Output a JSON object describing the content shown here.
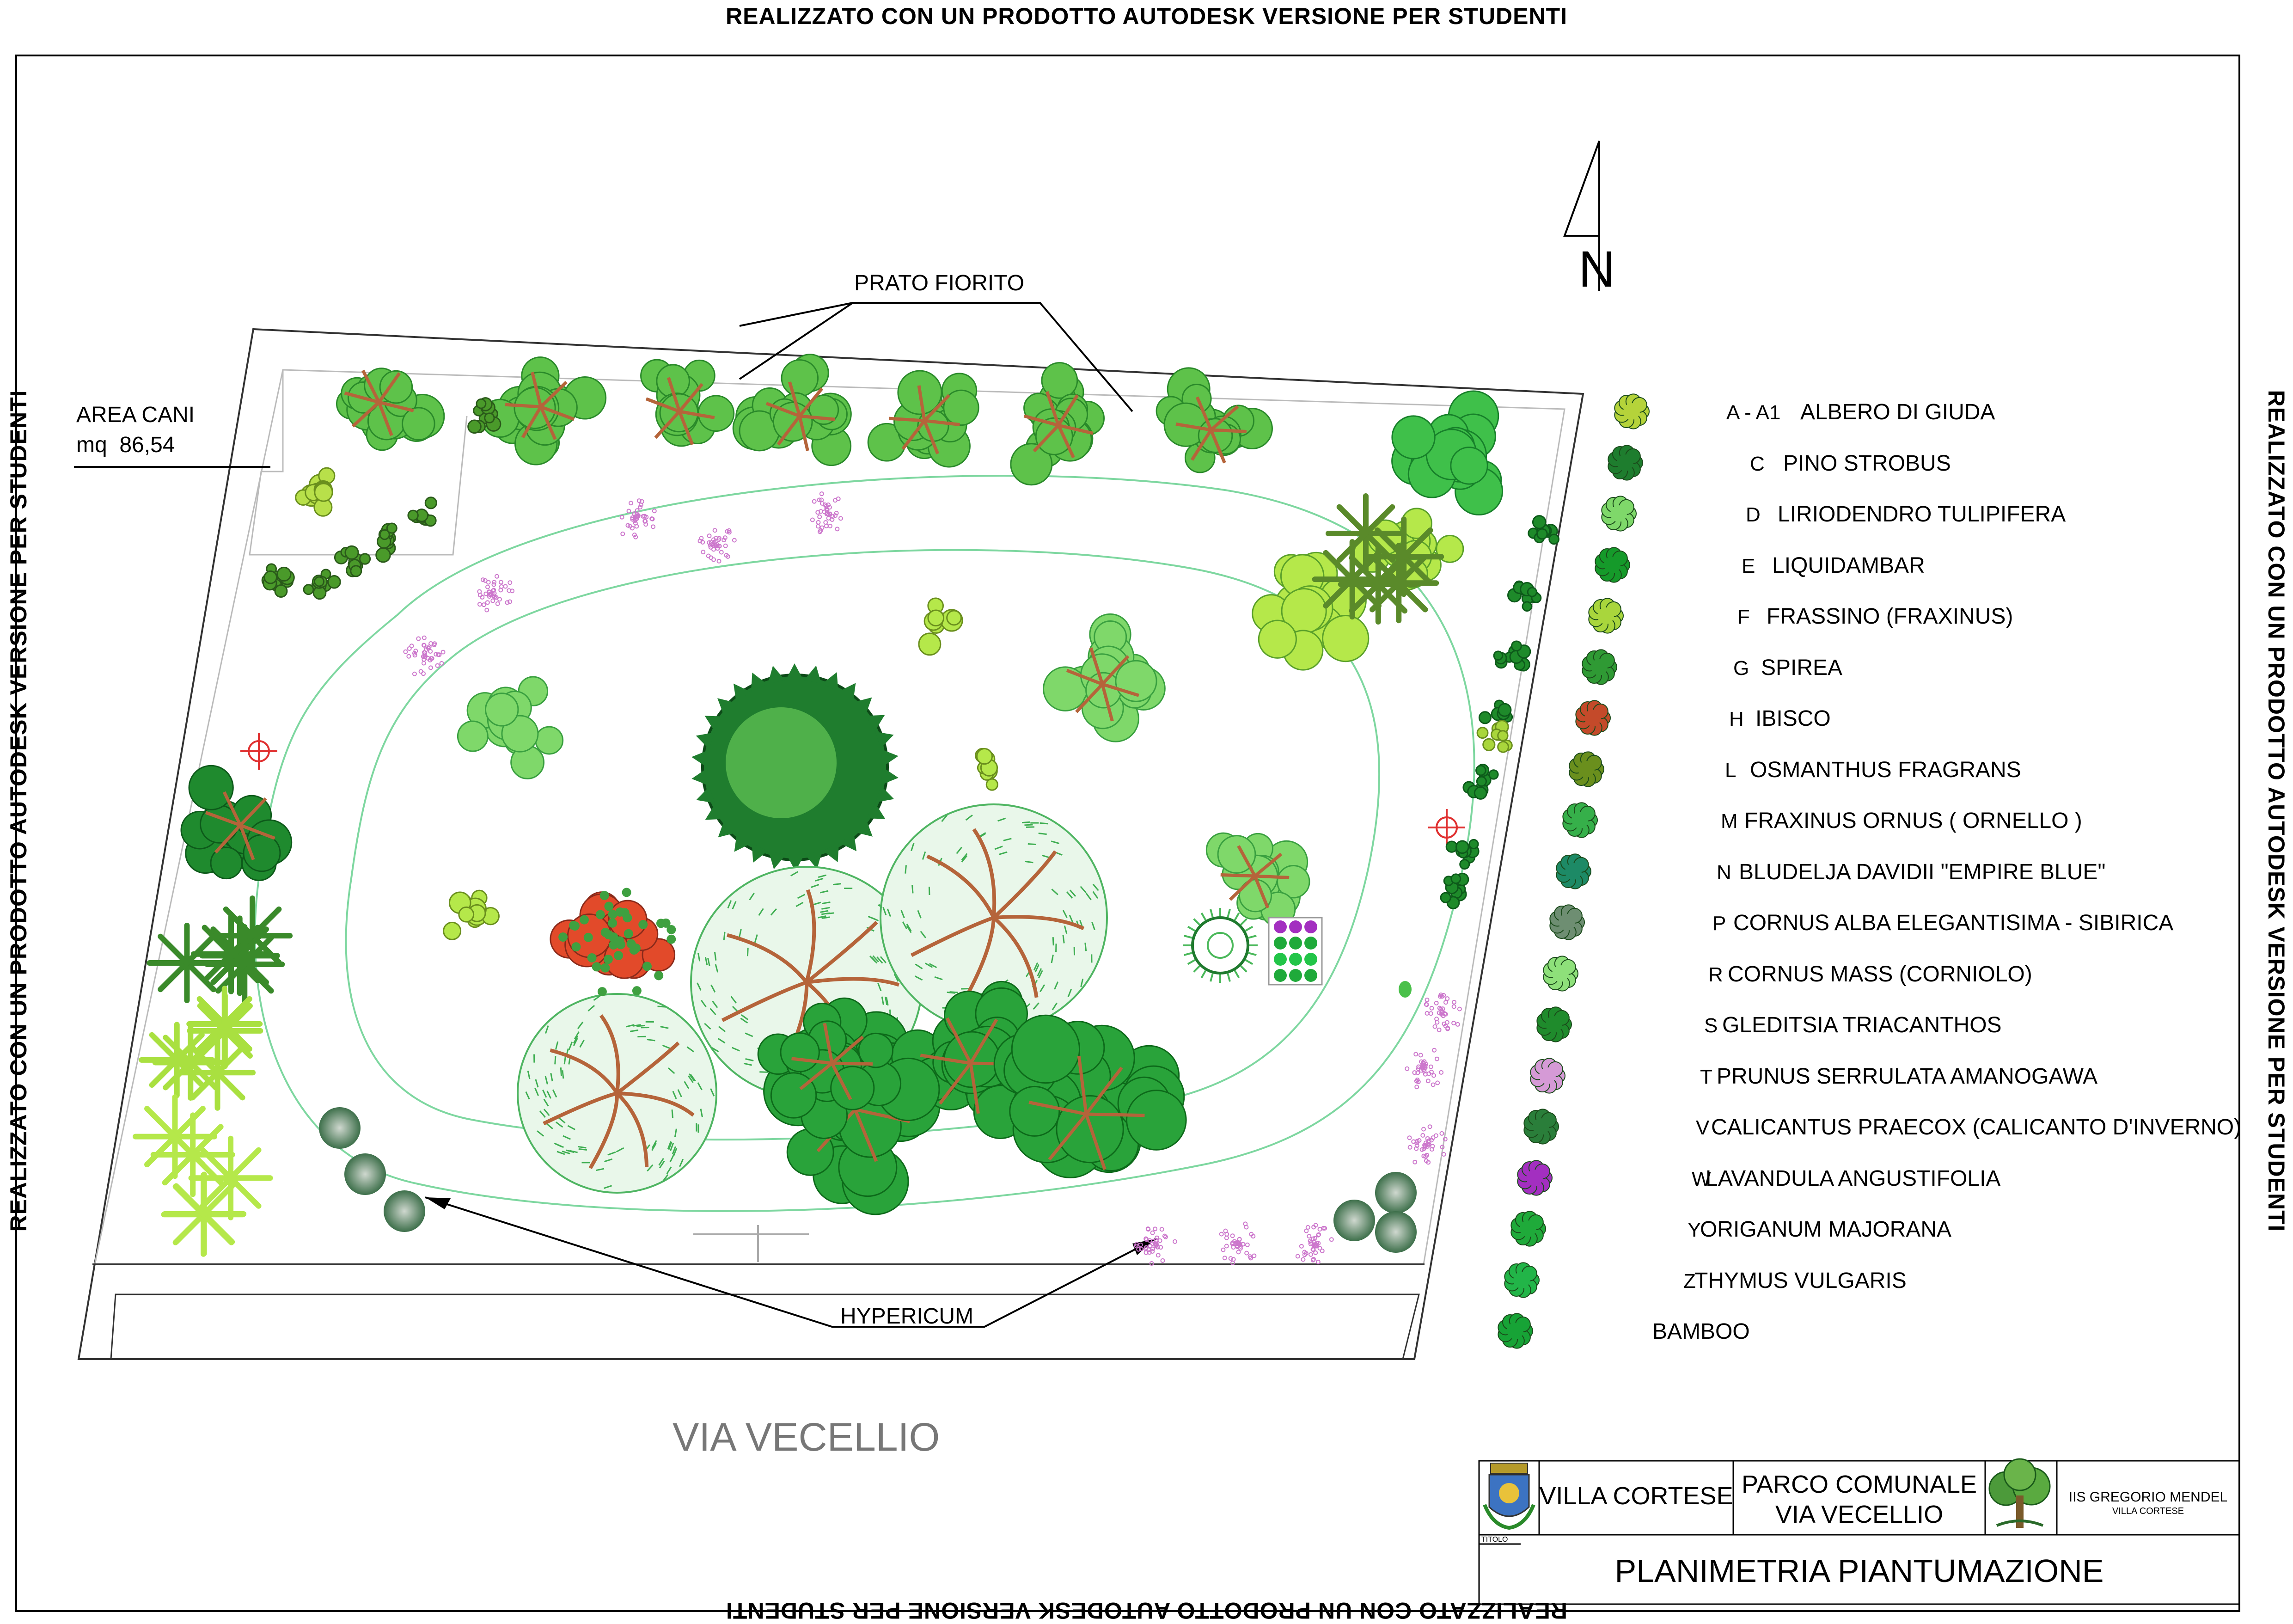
{
  "watermark": "REALIZZATO CON UN PRODOTTO AUTODESK VERSIONE PER STUDENTI",
  "north_label": "N",
  "labels": {
    "prato_fiorito": "PRATO FIORITO",
    "area_cani": "AREA CANI",
    "area_cani_mq": "mq  86,54",
    "hypericum": "HYPERICUM",
    "street": "VIA VECELLIO"
  },
  "legend": [
    {
      "code": "A - A1",
      "name": "ALBERO DI GIUDA",
      "icon": "albero-di-giuda-symbol",
      "color": "#b5d33a"
    },
    {
      "code": "C",
      "name": "PINO STROBUS",
      "icon": "pino-strobus-symbol",
      "color": "#1e7d2e"
    },
    {
      "code": "D",
      "name": "LIRIODENDRO TULIPIFERA",
      "icon": "liriodendro-symbol",
      "color": "#7fd86a"
    },
    {
      "code": "E",
      "name": "LIQUIDAMBAR",
      "icon": "liquidambar-symbol",
      "color": "#159a2a"
    },
    {
      "code": "F",
      "name": "FRASSINO (FRAXINUS)",
      "icon": "frassino-symbol",
      "color": "#a9d63c"
    },
    {
      "code": "G",
      "name": "SPIREA",
      "icon": "spirea-symbol",
      "color": "#2f9a34"
    },
    {
      "code": "H",
      "name": "IBISCO",
      "icon": "ibisco-symbol",
      "color": "#c44a2a"
    },
    {
      "code": "L",
      "name": "OSMANTHUS FRAGRANS",
      "icon": "osmanthus-symbol",
      "color": "#6a8f1d"
    },
    {
      "code": "M",
      "name": "FRAXINUS ORNUS ( ORNELLO )",
      "icon": "ornello-symbol",
      "color": "#36b04a"
    },
    {
      "code": "N",
      "name": "BLUDELJA DAVIDII \"EMPIRE BLUE\"",
      "icon": "buddleja-symbol",
      "color": "#1d8a66"
    },
    {
      "code": "P",
      "name": "CORNUS ALBA ELEGANTISIMA - SIBIRICA",
      "icon": "cornus-alba-symbol",
      "color": "#6e8e72"
    },
    {
      "code": "R",
      "name": "CORNUS MASS (CORNIOLO)",
      "icon": "corniolo-symbol",
      "color": "#8ee07a"
    },
    {
      "code": "S",
      "name": "GLEDITSIA TRIACANTHOS",
      "icon": "gleditsia-symbol",
      "color": "#1f8b2c"
    },
    {
      "code": "T",
      "name": "PRUNUS SERRULATA AMANOGAWA",
      "icon": "prunus-symbol",
      "color": "#d59ad6"
    },
    {
      "code": "V",
      "name": "CALICANTUS PRAECOX (CALICANTO D'INVERNO)",
      "icon": "calicantus-symbol",
      "color": "#2a7e3a"
    },
    {
      "code": "W",
      "name": "LAVANDULA ANGUSTIFOLIA",
      "icon": "lavandula-symbol",
      "color": "#a32fc0"
    },
    {
      "code": "Y",
      "name": "ORIGANUM MAJORANA",
      "icon": "origanum-symbol",
      "color": "#1faa3a"
    },
    {
      "code": "Z",
      "name": "THYMUS VULGARIS",
      "icon": "thymus-symbol",
      "color": "#22b548"
    },
    {
      "code": "",
      "name": "BAMBOO",
      "icon": "bamboo-symbol",
      "color": "#17a336"
    }
  ],
  "title_block": {
    "comune": "VILLA CORTESE",
    "project_line1": "PARCO COMUNALE",
    "project_line2": "VIA VECELLIO",
    "school": "IIS GREGORIO MENDEL",
    "school_sub": "VILLA CORTESE",
    "titolo_label": "TITOLO",
    "title": "PLANIMETRIA PIANTUMAZIONE"
  },
  "colors": {
    "path_line": "#7ed7a0",
    "tree_dark": "#1a7a2a",
    "tree_mid": "#2fa83e",
    "tree_light": "#9ee04a",
    "trunk": "#b5643a",
    "street_text": "#777777"
  }
}
